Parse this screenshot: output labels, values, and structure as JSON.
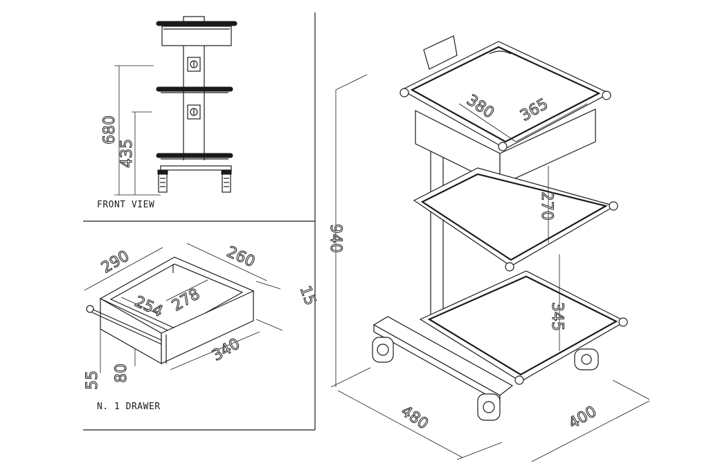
{
  "front_view": {
    "caption": "FRONT VIEW",
    "dim_680": "680",
    "dim_435": "435"
  },
  "drawer": {
    "caption": "N. 1 DRAWER",
    "dim_290": "290",
    "dim_260": "260",
    "dim_15": "15",
    "dim_254": "254",
    "dim_278": "278",
    "dim_340": "340",
    "dim_80": "80",
    "dim_55": "55"
  },
  "cart": {
    "dim_380": "380",
    "dim_365": "365",
    "dim_270": "270",
    "dim_345": "345",
    "dim_940": "940",
    "dim_480": "480",
    "dim_400": "400"
  }
}
